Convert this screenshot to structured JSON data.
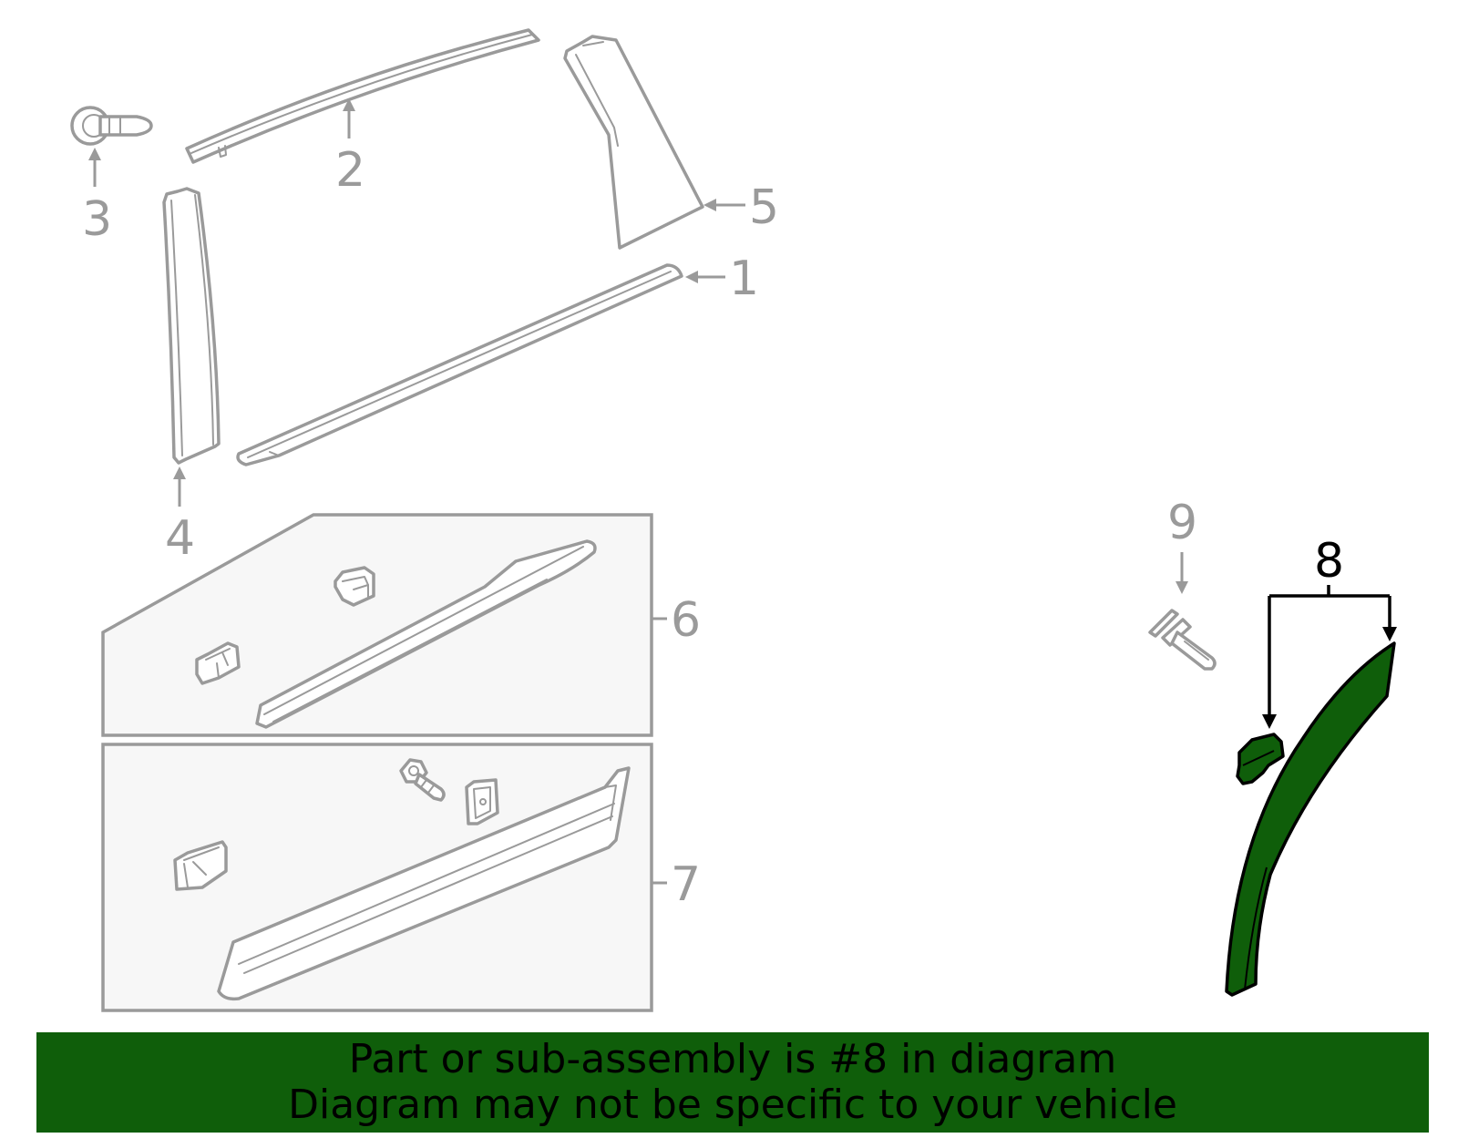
{
  "colors": {
    "highlight": "#0f5e0a",
    "part_line": "#9a9a9a",
    "box_fill": "#f7f7f7",
    "caption_text": "#000000"
  },
  "callouts": {
    "c1": "1",
    "c2": "2",
    "c3": "3",
    "c4": "4",
    "c5": "5",
    "c6": "6",
    "c7": "7",
    "c8": "8",
    "c9": "9"
  },
  "highlighted_part": "8",
  "caption": {
    "line1": "Part or sub-assembly is #8 in diagram",
    "line2": "Diagram may not be specific to your vehicle"
  }
}
